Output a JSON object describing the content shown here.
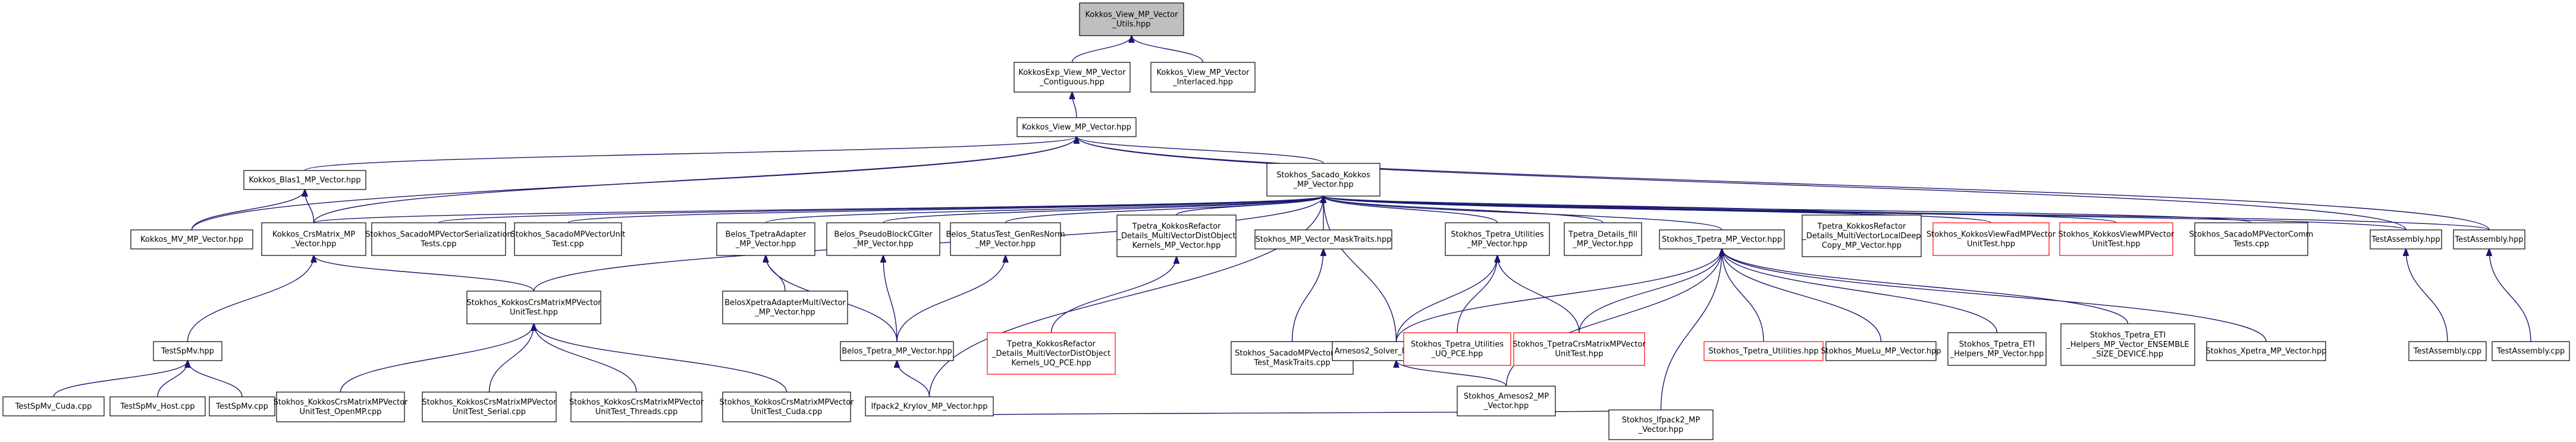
{
  "graph": {
    "node_fill_default": "#ffffff",
    "node_fill_root": "#bfbfbf",
    "node_stroke_default": "#000000",
    "node_stroke_red": "#ff0000",
    "edge_color": "#191970",
    "nodes": [
      {
        "id": "n0",
        "lines": [
          "Kokkos_View_MP_Vector",
          "_Utils.hpp"
        ],
        "style": "root"
      },
      {
        "id": "n1",
        "lines": [
          "KokkosExp_View_MP_Vector",
          "_Contiguous.hpp"
        ]
      },
      {
        "id": "n2",
        "lines": [
          "Kokkos_View_MP_Vector",
          "_Interlaced.hpp"
        ]
      },
      {
        "id": "n3",
        "lines": [
          "Kokkos_View_MP_Vector.hpp"
        ]
      },
      {
        "id": "n4",
        "lines": [
          "Kokkos_Blas1_MP_Vector.hpp"
        ]
      },
      {
        "id": "n5",
        "lines": [
          "Stokhos_Sacado_Kokkos",
          "_MP_Vector.hpp"
        ]
      },
      {
        "id": "n6",
        "lines": [
          "Kokkos_MV_MP_Vector.hpp"
        ]
      },
      {
        "id": "n7",
        "lines": [
          "Kokkos_CrsMatrix_MP",
          "_Vector.hpp"
        ]
      },
      {
        "id": "n8",
        "lines": [
          "Stokhos_SacadoMPVectorSerialization",
          "Tests.cpp"
        ]
      },
      {
        "id": "n9",
        "lines": [
          "Stokhos_SacadoMPVectorUnit",
          "Test.cpp"
        ]
      },
      {
        "id": "n10",
        "lines": [
          "Belos_TpetraAdapter",
          "_MP_Vector.hpp"
        ]
      },
      {
        "id": "n11",
        "lines": [
          "Belos_PseudoBlockCGIter",
          "_MP_Vector.hpp"
        ]
      },
      {
        "id": "n12",
        "lines": [
          "Belos_StatusTest_GenResNorm",
          "_MP_Vector.hpp"
        ]
      },
      {
        "id": "n13",
        "lines": [
          "Tpetra_KokkosRefactor",
          "_Details_MultiVectorDistObject",
          "Kernels_MP_Vector.hpp"
        ]
      },
      {
        "id": "n14",
        "lines": [
          "Stokhos_MP_Vector_MaskTraits.hpp"
        ]
      },
      {
        "id": "n15",
        "lines": [
          "Stokhos_Tpetra_Utilities",
          "_MP_Vector.hpp"
        ]
      },
      {
        "id": "n16",
        "lines": [
          "Tpetra_Details_fill",
          "_MP_Vector.hpp"
        ]
      },
      {
        "id": "n17",
        "lines": [
          "Stokhos_Tpetra_MP_Vector.hpp"
        ]
      },
      {
        "id": "n18",
        "lines": [
          "Tpetra_KokkosRefactor",
          "_Details_MultiVectorLocalDeep",
          "Copy_MP_Vector.hpp"
        ]
      },
      {
        "id": "n19",
        "lines": [
          "Stokhos_KokkosViewFadMPVector",
          "UnitTest.hpp"
        ],
        "style": "red"
      },
      {
        "id": "n20",
        "lines": [
          "Stokhos_KokkosViewMPVector",
          "UnitTest.hpp"
        ],
        "style": "red"
      },
      {
        "id": "n21",
        "lines": [
          "Stokhos_SacadoMPVectorComm",
          "Tests.cpp"
        ]
      },
      {
        "id": "n22",
        "lines": [
          "TestAssembly.hpp"
        ]
      },
      {
        "id": "n23",
        "lines": [
          "TestAssembly.hpp"
        ]
      },
      {
        "id": "n24",
        "lines": [
          "TestSpMv.hpp"
        ]
      },
      {
        "id": "n25",
        "lines": [
          "Stokhos_KokkosCrsMatrixMPVector",
          "UnitTest.hpp"
        ]
      },
      {
        "id": "n26",
        "lines": [
          "BelosXpetraAdapterMultiVector",
          "_MP_Vector.hpp"
        ]
      },
      {
        "id": "n27",
        "lines": [
          "Belos_Tpetra_MP_Vector.hpp"
        ]
      },
      {
        "id": "n28",
        "lines": [
          "Tpetra_KokkosRefactor",
          "_Details_MultiVectorDistObject",
          "Kernels_UQ_PCE.hpp"
        ],
        "style": "red"
      },
      {
        "id": "n29",
        "lines": [
          "Stokhos_SacadoMPVectorUnit",
          "Test_MaskTraits.cpp"
        ]
      },
      {
        "id": "n30",
        "lines": [
          "Amesos2_Solver_MP_Vector.hpp"
        ]
      },
      {
        "id": "n31",
        "lines": [
          "Stokhos_Tpetra_Utilities",
          "_UQ_PCE.hpp"
        ],
        "style": "red"
      },
      {
        "id": "n32",
        "lines": [
          "Stokhos_TpetraCrsMatrixMPVector",
          "UnitTest.hpp"
        ],
        "style": "red"
      },
      {
        "id": "n33",
        "lines": [
          "Stokhos_Tpetra_Utilities.hpp"
        ],
        "style": "red"
      },
      {
        "id": "n34",
        "lines": [
          "Stokhos_MueLu_MP_Vector.hpp"
        ]
      },
      {
        "id": "n35",
        "lines": [
          "Stokhos_Tpetra_ETI",
          "_Helpers_MP_Vector.hpp"
        ]
      },
      {
        "id": "n36",
        "lines": [
          "Stokhos_Tpetra_ETI",
          "_Helpers_MP_Vector_ENSEMBLE",
          "_SIZE_DEVICE.hpp"
        ]
      },
      {
        "id": "n37",
        "lines": [
          "Stokhos_Xpetra_MP_Vector.hpp"
        ]
      },
      {
        "id": "n38",
        "lines": [
          "TestAssembly.cpp"
        ]
      },
      {
        "id": "n39",
        "lines": [
          "TestAssembly.cpp"
        ]
      },
      {
        "id": "n40",
        "lines": [
          "TestSpMv_Cuda.cpp"
        ]
      },
      {
        "id": "n41",
        "lines": [
          "TestSpMv_Host.cpp"
        ]
      },
      {
        "id": "n42",
        "lines": [
          "TestSpMv.cpp"
        ]
      },
      {
        "id": "n43",
        "lines": [
          "Stokhos_KokkosCrsMatrixMPVector",
          "UnitTest_OpenMP.cpp"
        ]
      },
      {
        "id": "n44",
        "lines": [
          "Stokhos_KokkosCrsMatrixMPVector",
          "UnitTest_Serial.cpp"
        ]
      },
      {
        "id": "n45",
        "lines": [
          "Stokhos_KokkosCrsMatrixMPVector",
          "UnitTest_Threads.cpp"
        ]
      },
      {
        "id": "n46",
        "lines": [
          "Stokhos_KokkosCrsMatrixMPVector",
          "UnitTest_Cuda.cpp"
        ]
      },
      {
        "id": "n47",
        "lines": [
          "Ifpack2_Krylov_MP_Vector.hpp"
        ]
      },
      {
        "id": "n48",
        "lines": [
          "Stokhos_Amesos2_MP",
          "_Vector.hpp"
        ]
      },
      {
        "id": "n49",
        "lines": [
          "Stokhos_Ifpack2_MP",
          "_Vector.hpp"
        ]
      }
    ]
  }
}
